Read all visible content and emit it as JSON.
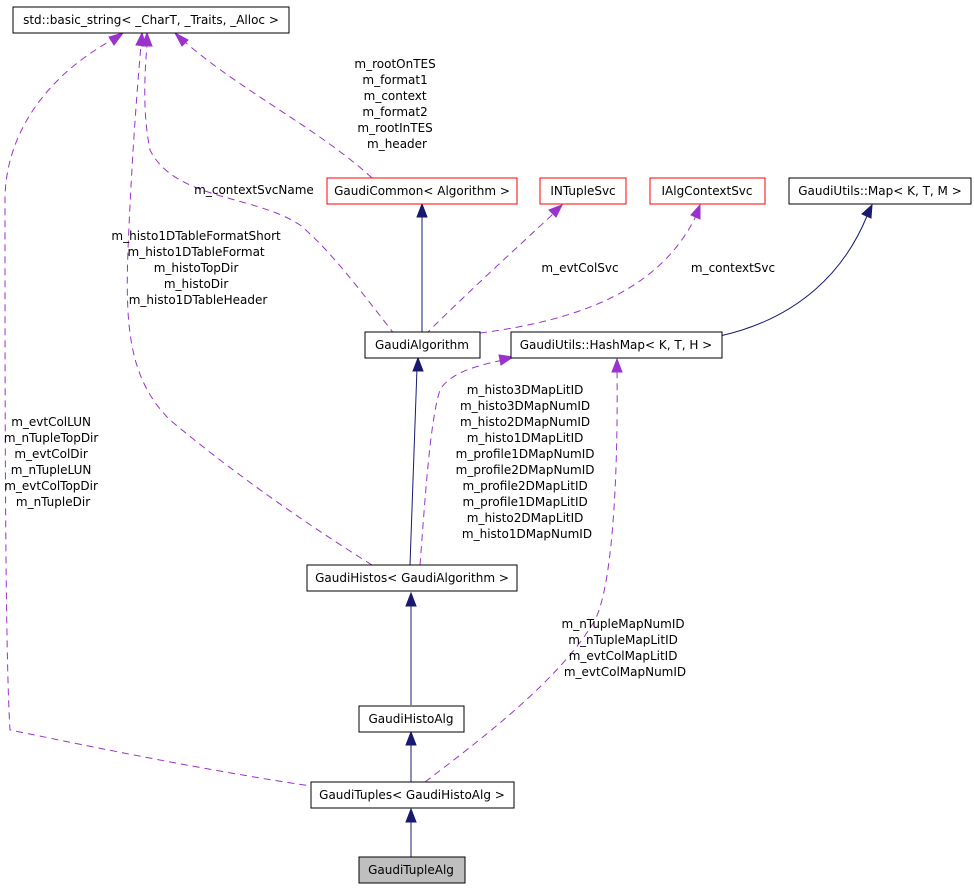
{
  "colors": {
    "inheritance_edge": "#191970",
    "usage_edge": "#9a32cd",
    "incomplete_node_border": "#ff0000",
    "current_node_fill": "#bfbfbf"
  },
  "nodes": {
    "basic_string": "std::basic_string< _CharT, _Traits, _Alloc >",
    "gaudi_common": "GaudiCommon< Algorithm >",
    "intuple_svc": "INTupleSvc",
    "ialg_context_svc": "IAlgContextSvc",
    "gaudi_utils_map": "GaudiUtils::Map< K, T, M >",
    "gaudi_algorithm": "GaudiAlgorithm",
    "gaudi_utils_hashmap": "GaudiUtils::HashMap< K, T, H >",
    "gaudi_histos": "GaudiHistos< GaudiAlgorithm >",
    "gaudi_histo_alg": "GaudiHistoAlg",
    "gaudi_tuples": "GaudiTuples< GaudiHistoAlg >",
    "gaudi_tuple_alg": "GaudiTupleAlg"
  },
  "edge_labels": {
    "common_members": [
      "m_rootOnTES",
      "m_format1",
      "m_context",
      "m_format2",
      "m_rootInTES",
      "m_header"
    ],
    "context_svc_name": [
      "m_contextSvcName"
    ],
    "histo_string_members": [
      "m_histo1DTableFormatShort",
      "m_histo1DTableFormat",
      "m_histoTopDir",
      "m_histoDir",
      "m_histo1DTableHeader"
    ],
    "evt_col_svc": [
      "m_evtColSvc"
    ],
    "context_svc": [
      "m_contextSvc"
    ],
    "tuple_string_members": [
      "m_evtColLUN",
      "m_nTupleTopDir",
      "m_evtColDir",
      "m_nTupleLUN",
      "m_evtColTopDir",
      "m_nTupleDir"
    ],
    "histo_map_members": [
      "m_histo3DMapLitID",
      "m_histo3DMapNumID",
      "m_histo2DMapNumID",
      "m_histo1DMapLitID",
      "m_profile1DMapNumID",
      "m_profile2DMapNumID",
      "m_profile2DMapLitID",
      "m_profile1DMapLitID",
      "m_histo2DMapLitID",
      "m_histo1DMapNumID"
    ],
    "tuple_map_members": [
      "m_nTupleMapNumID",
      "m_nTupleMapLitID",
      "m_evtColMapLitID",
      "m_evtColMapNumID"
    ]
  }
}
